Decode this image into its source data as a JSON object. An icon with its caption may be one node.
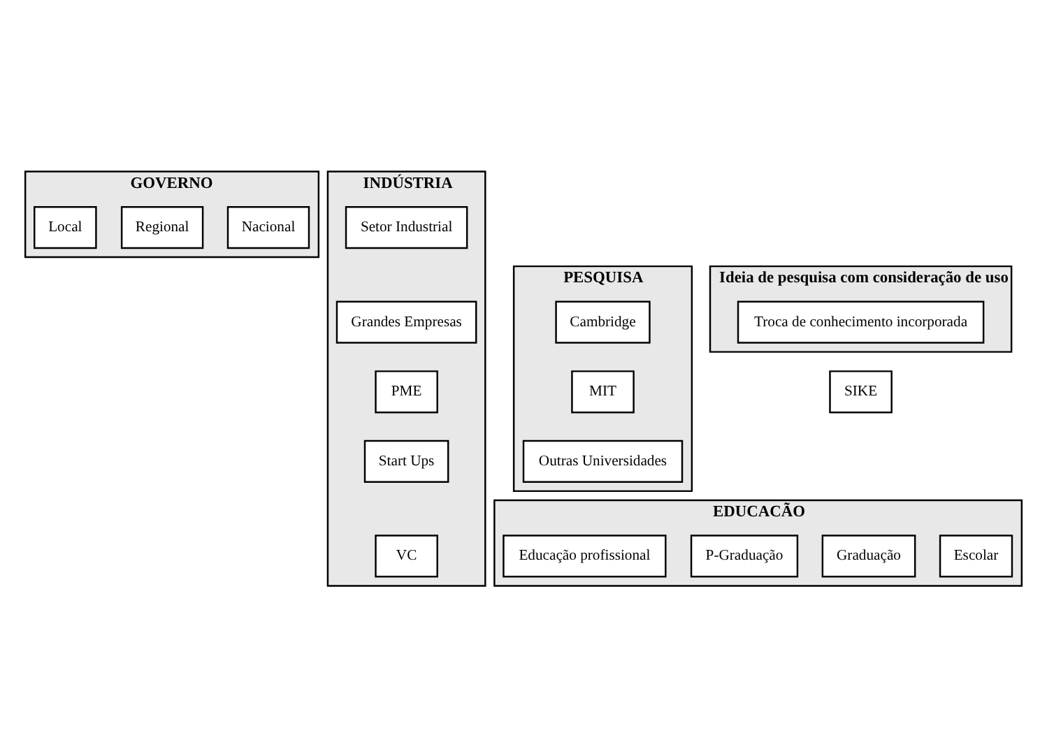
{
  "diagram": {
    "nodes": [
      {
        "text": [
          "GOVERNO"
        ]
      },
      {
        "text": [
          "Nacional"
        ],
        "in": 0
      },
      {
        "text": [
          "Regional"
        ],
        "in": 0
      },
      {
        "text": [
          "Local"
        ],
        "in": 0
      },
      {
        "text": [
          "INDÚSTRIA"
        ]
      },
      {
        "text": [
          "Setor Industrial"
        ],
        "in": 4
      },
      {
        "text": [
          "Grandes Empresas"
        ],
        "in": 4
      },
      {
        "text": [
          "PME"
        ],
        "in": 4
      },
      {
        "text": [
          "Start Ups"
        ],
        "in": 4
      },
      {
        "text": [
          "VC"
        ],
        "in": 4
      },
      {
        "text": [
          "PESQUISA"
        ]
      },
      {
        "text": [
          "Cambridge"
        ],
        "in": 10
      },
      {
        "text": [
          "MIT"
        ],
        "in": 10
      },
      {
        "text": [
          "Outras Universidades"
        ],
        "in": 10
      },
      {
        "text": [
          "Ideia de pesquisa com consideração de uso"
        ]
      },
      {
        "text": [
          "Troca de conhecimento incorporada"
        ],
        "in": 14
      },
      {
        "text": [
          "SIKE"
        ]
      },
      {
        "text": [
          "EDUCACÃO"
        ]
      },
      {
        "text": [
          "Escolar"
        ],
        "in": 17
      },
      {
        "text": [
          "Graduação"
        ],
        "in": 17
      },
      {
        "text": [
          "P-Graduação"
        ],
        "in": 17
      },
      {
        "text": [
          "Educação profissional"
        ],
        "in": 17
      }
    ],
    "edges": []
  }
}
